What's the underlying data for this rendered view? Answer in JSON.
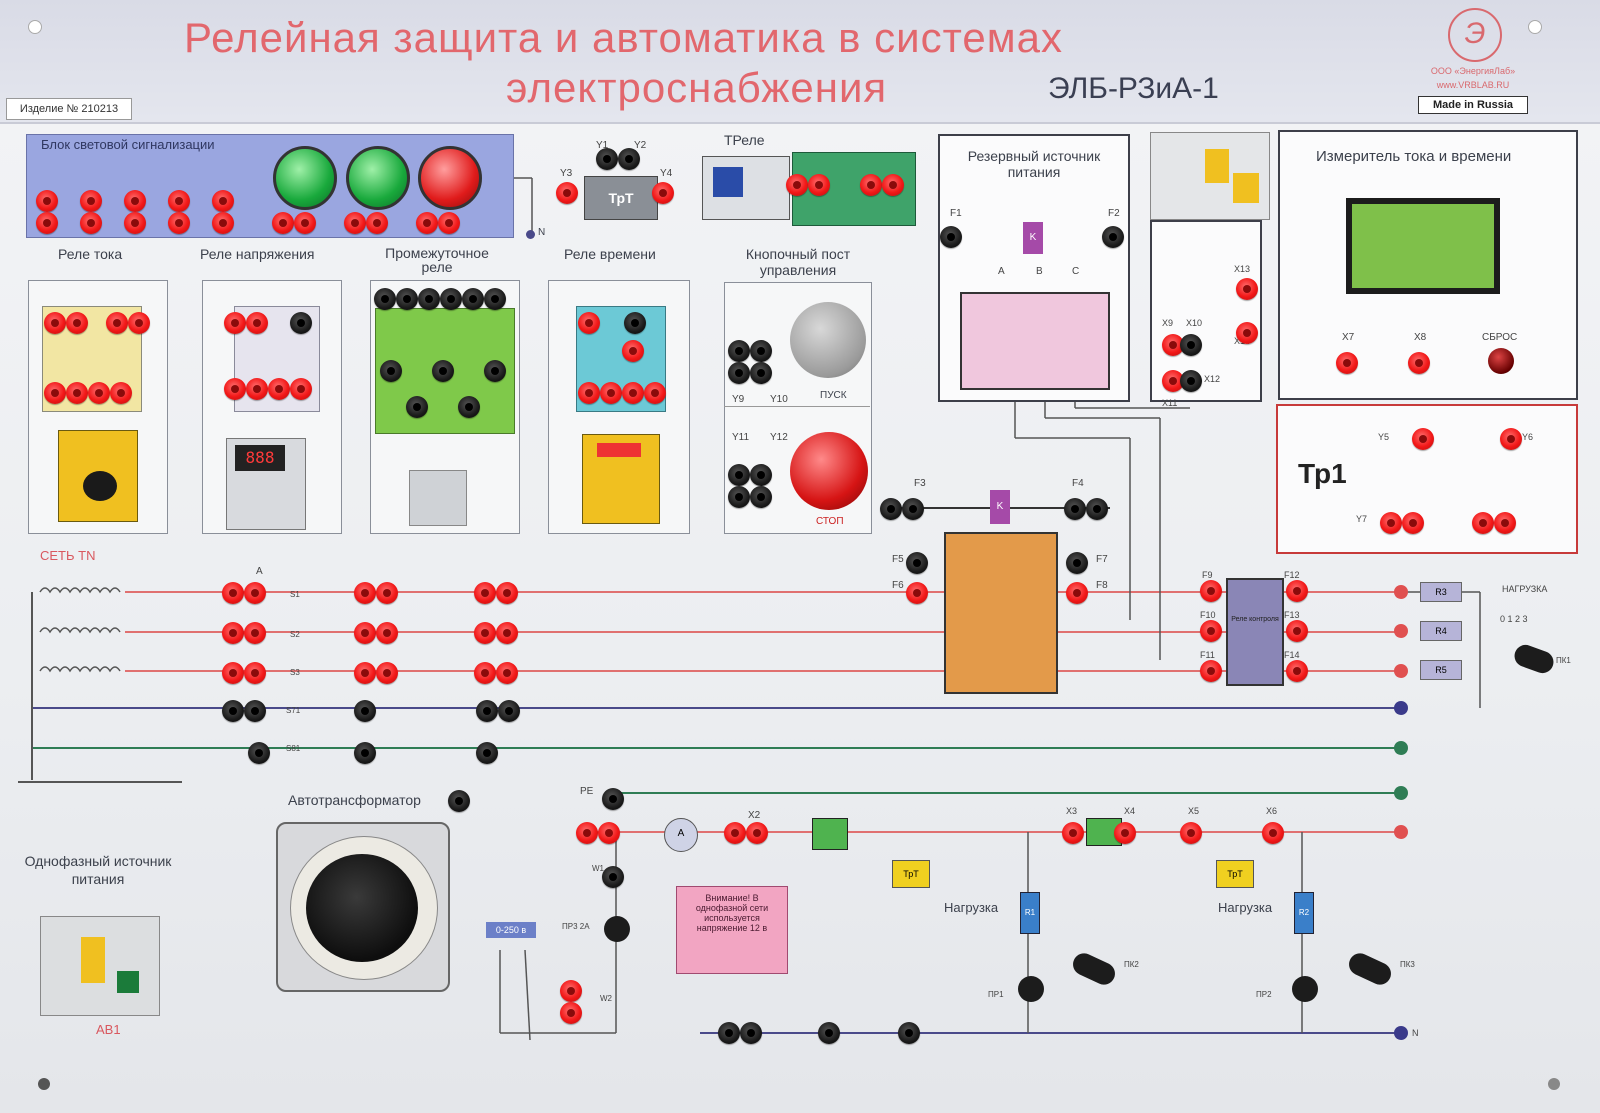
{
  "header": {
    "title_line1": "Релейная защита и автоматика в системах",
    "title_line2": "электроснабжения",
    "model": "ЭЛБ-РЗиА-1",
    "serial": "Изделие № 210213",
    "company": "ООО «ЭнергияЛаб»",
    "website": "www.VRBLAB.RU",
    "made_in": "Made in Russia"
  },
  "blocks": {
    "signal": "Блок световой сигнализации",
    "current_relay": "Реле тока",
    "voltage_relay": "Реле напряжения",
    "intermediate_relay": "Промежуточное реле",
    "time_relay": "Реле времени",
    "trelay": "ТРеле",
    "button_post": "Кнопочный пост управления",
    "reserve_source": "Резервный источник питания",
    "meter": "Измеритель тока и времени",
    "network": "СЕТЬ TN",
    "autotransformer": "Автотрансформатор",
    "single_phase_source": "Однофазный источник питания",
    "ab1": "АВ1",
    "tp1": "Тр1",
    "load_main": "НАГРУЗКА",
    "load1": "Нагрузка",
    "load2": "Нагрузка",
    "tpt": "ТрТ",
    "start": "ПУСК",
    "stop": "СТОП",
    "reset": "СБРОС",
    "warning": "Внимание! В однофазной сети используется напряжение 12 в",
    "range": "0-250 в",
    "relay_block": "Реле контроля",
    "pr3": "ПР3 2А"
  },
  "labels": {
    "y1": "Y1",
    "y2": "Y2",
    "y3": "Y3",
    "y4": "Y4",
    "y5": "Y5",
    "y6": "Y6",
    "y7": "Y7",
    "y9": "Y9",
    "y10": "Y10",
    "y11": "Y11",
    "y12": "Y12",
    "x7": "X7",
    "x8": "X8",
    "x9": "X9",
    "x10": "X10",
    "x11": "X11",
    "x12": "X12",
    "x13": "X13",
    "x14": "X14",
    "x2": "X2",
    "x3": "X3",
    "x4": "X4",
    "x5": "X5",
    "x6": "X6",
    "f1": "F1",
    "f2": "F2",
    "f3": "F3",
    "f4": "F4",
    "f5": "F5",
    "f6": "F6",
    "f7": "F7",
    "f8": "F8",
    "f9": "F9",
    "f10": "F10",
    "f11": "F11",
    "f12": "F12",
    "f13": "F13",
    "f14": "F14",
    "a": "A",
    "b": "B",
    "c": "C",
    "k": "K",
    "s1": "S1",
    "s2": "S2",
    "s3": "S3",
    "s71": "S71",
    "s81": "S81",
    "pe": "PE",
    "n": "N",
    "w1": "W1",
    "w2": "W2",
    "r1": "R1",
    "r2": "R2",
    "r3": "R3",
    "r4": "R4",
    "r5": "R5",
    "pr1": "ПР1",
    "pr2": "ПР2",
    "pk1": "ПК1",
    "pk2": "ПК2",
    "pk3": "ПК3",
    "sw_pos": "0 1 2 3",
    "ammeter_a": "A"
  },
  "colors": {
    "phase_wire": "#e05a5a",
    "neutral_wire": "#4a4a8a",
    "pe_wire": "#2f7d55",
    "title": "#e2676d",
    "signal_panel": "#9aa6e0",
    "orange_block": "#e39a4a",
    "relay_block": "#8a86b6",
    "pink_block": "#f0c7dd",
    "tr_frame": "#c73a3a",
    "lcd": "#7fc04a",
    "green_panel": "#3fa36a",
    "yellow_module": "#f0c020"
  }
}
